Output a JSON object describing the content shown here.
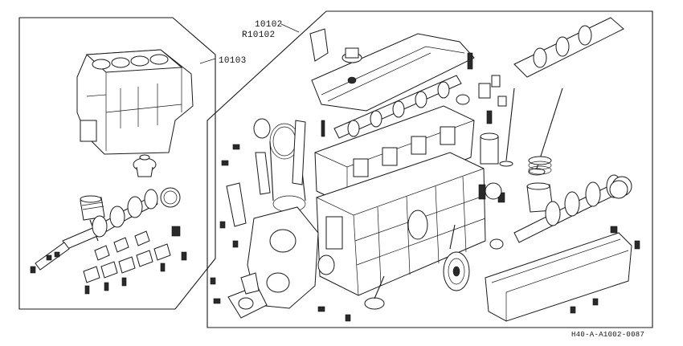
{
  "diagram": {
    "callouts": {
      "assembly_number": "10102",
      "assembly_alt_number": "R10102",
      "block_number": "10103"
    },
    "figure_code": "H40-A-A1002-0087"
  }
}
